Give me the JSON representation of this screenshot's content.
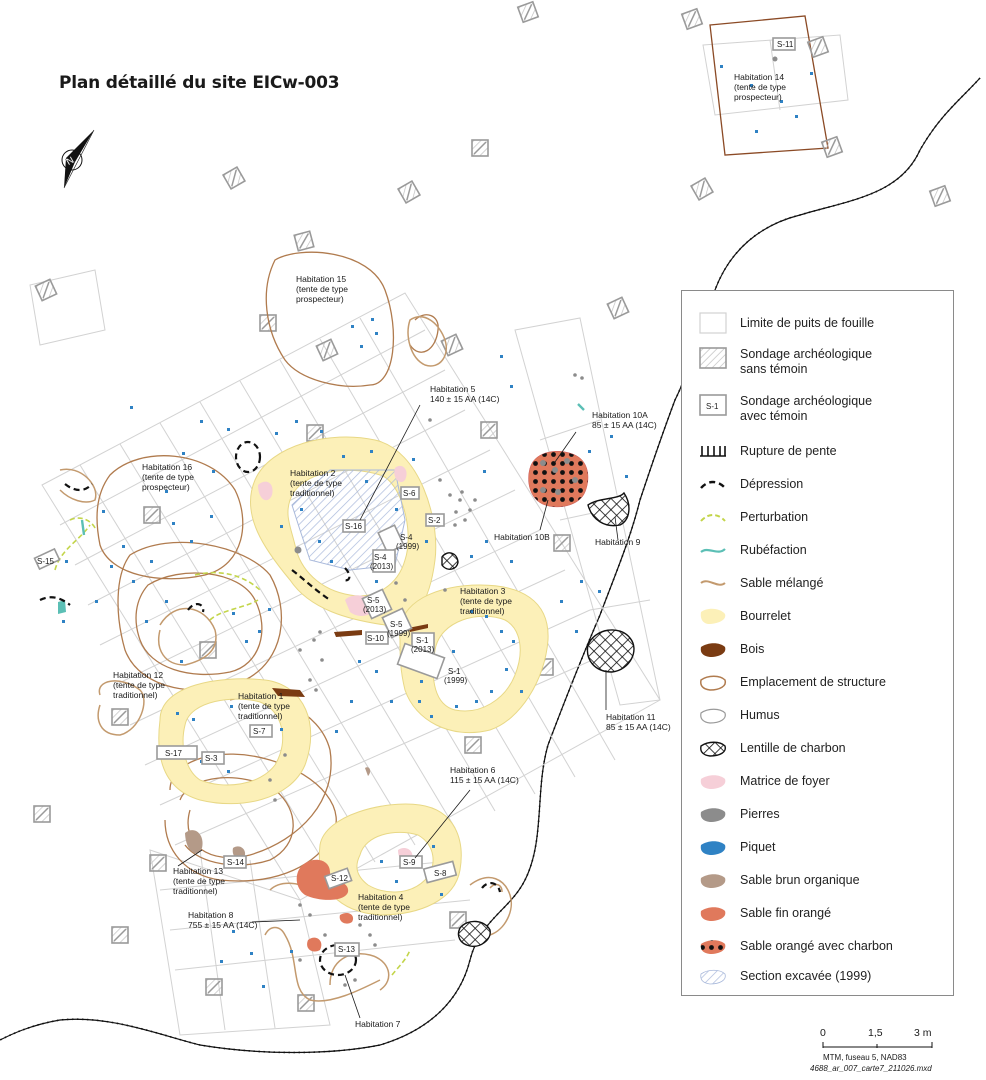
{
  "title": "Plan détaillé du site EICw-003",
  "north_arrow_icon": "north-arrow-icon",
  "legend": [
    {
      "key": "puits",
      "label": "Limite de puits de fouille"
    },
    {
      "key": "sondage_sans",
      "label": "Sondage archéologique\nsans témoin"
    },
    {
      "key": "sondage_avec",
      "label": "Sondage archéologique\navec témoin",
      "code": "S-1"
    },
    {
      "key": "rupture",
      "label": "Rupture de pente"
    },
    {
      "key": "depression",
      "label": "Dépression"
    },
    {
      "key": "perturbation",
      "label": "Perturbation"
    },
    {
      "key": "rubefaction",
      "label": "Rubéfaction"
    },
    {
      "key": "sable_melange",
      "label": "Sable mélangé"
    },
    {
      "key": "bourrelet",
      "label": "Bourrelet"
    },
    {
      "key": "bois",
      "label": "Bois"
    },
    {
      "key": "emplacement",
      "label": "Emplacement de structure"
    },
    {
      "key": "humus",
      "label": "Humus"
    },
    {
      "key": "charbon",
      "label": "Lentille de charbon"
    },
    {
      "key": "foyer",
      "label": "Matrice  de foyer"
    },
    {
      "key": "pierres",
      "label": "Pierres"
    },
    {
      "key": "piquet",
      "label": "Piquet"
    },
    {
      "key": "sable_brun",
      "label": "Sable brun organique"
    },
    {
      "key": "sable_fin",
      "label": "Sable fin orangé"
    },
    {
      "key": "sable_charbon",
      "label": "Sable orangé avec charbon"
    },
    {
      "key": "section",
      "label": "Section excavée (1999)"
    }
  ],
  "colors": {
    "grid": "#d4d4d4",
    "sondage": "#9a9a9a",
    "bourrelet": "#fcf0b8",
    "brown_line": "#b07b4e",
    "bois": "#7a3b12",
    "foyer": "#f6cfd8",
    "pierres": "#8c8c8c",
    "piquet": "#2f82c4",
    "sable_brun": "#b49a88",
    "sable_fin": "#e0795c",
    "sable_charbon": "#e0795c",
    "section": "#bcc9e2",
    "rubefaction": "#5bbfb5",
    "perturbation": "#c3d54a"
  },
  "habitations": {
    "h15": [
      "Habitation 15",
      "(tente de type",
      "prospecteur)"
    ],
    "h14": [
      "Habitation 14",
      "(tente de type",
      "prospecteur)"
    ],
    "h5": [
      "Habitation 5",
      "140 ± 15 AA (14C)"
    ],
    "h16": [
      "Habitation 16",
      "(tente de type",
      "prospecteur)"
    ],
    "h2": [
      "Habitation 2",
      "(tente de type",
      "traditionnel)"
    ],
    "h10a": [
      "Habitation 10A",
      "85 ± 15 AA (14C)"
    ],
    "h10b": [
      "Habitation 10B"
    ],
    "h9": [
      "Habitation 9"
    ],
    "h3": [
      "Habitation 3",
      "(tente de type",
      "traditionnel)"
    ],
    "h12": [
      "Habitation 12",
      "(tente de type",
      "traditionnel)"
    ],
    "h1": [
      "Habitation 1",
      "(tente de type",
      "traditionnel)"
    ],
    "h11": [
      "Habitation 11",
      "85 ± 15 AA (14C)"
    ],
    "h6": [
      "Habitation 6",
      "115 ± 15 AA (14C)"
    ],
    "h13": [
      "Habitation 13",
      "(tente de type",
      "traditionnel)"
    ],
    "h4": [
      "Habitation 4",
      "(tente de type",
      "traditionnel)"
    ],
    "h8": [
      "Habitation 8",
      "755 ± 15 AA (14C)"
    ],
    "h7": [
      "Habitation 7"
    ]
  },
  "sondages": {
    "s11": "S-11",
    "s16": "S-16",
    "s6": "S-6",
    "s2": "S-2",
    "s4a": "S-4",
    "s4a_y": "(1999)",
    "s4b": "S-4",
    "s4b_y": "(2013)",
    "s15": "S-15",
    "s5a": "S-5",
    "s5a_y": "(2013)",
    "s5b": "S-5",
    "s5b_y": "(1999)",
    "s10": "S-10",
    "s1a": "S-1",
    "s1a_y": "(2013)",
    "s1b": "S-1",
    "s1b_y": "(1999)",
    "s7": "S-7",
    "s17": "S-17",
    "s3": "S-3",
    "s9": "S-9",
    "s8": "S-8",
    "s14": "S-14",
    "s12": "S-12",
    "s13": "S-13"
  },
  "scale": {
    "ticks": [
      "0",
      "1,5",
      "3 m"
    ],
    "projection": "MTM, fuseau 5, NAD83",
    "file": "4688_ar_007_carte7_211026.mxd"
  }
}
